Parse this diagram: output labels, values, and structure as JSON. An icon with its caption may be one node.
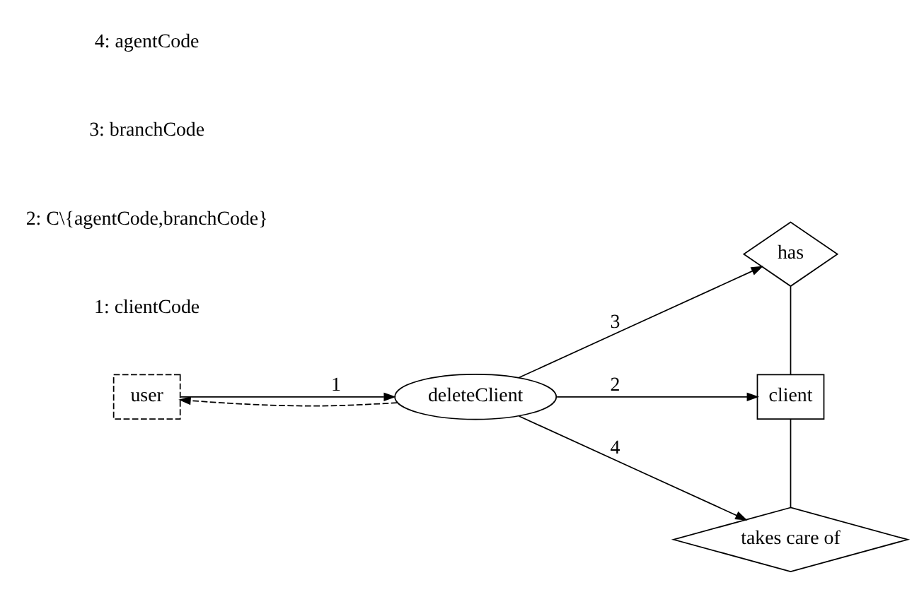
{
  "diagram": {
    "nodes": [
      {
        "text": [
          "user"
        ]
      },
      {
        "text": [
          "deleteClient"
        ]
      },
      {
        "text": [
          "has"
        ]
      },
      {
        "text": [
          "client"
        ]
      },
      {
        "text": [
          "takes care of"
        ]
      }
    ],
    "edges": [
      {
        "from": 0,
        "to": 1,
        "arrow": "to",
        "label": "1"
      },
      {
        "from": 1,
        "to": 0,
        "arrow": "to",
        "style": "dashed"
      },
      {
        "from": 1,
        "to": 2,
        "arrow": "to",
        "label": "3"
      },
      {
        "from": 1,
        "to": 3,
        "arrow": "to",
        "label": "2"
      },
      {
        "from": 1,
        "to": 4,
        "arrow": "to",
        "label": "4"
      },
      {
        "from": 2,
        "to": 3,
        "arrow": "none"
      },
      {
        "from": 3,
        "to": 4,
        "arrow": "none"
      }
    ],
    "labels": [
      "1: clientCode",
      "2: C\\{agentCode,branchCode}",
      "3: branchCode",
      "4: agentCode"
    ]
  }
}
